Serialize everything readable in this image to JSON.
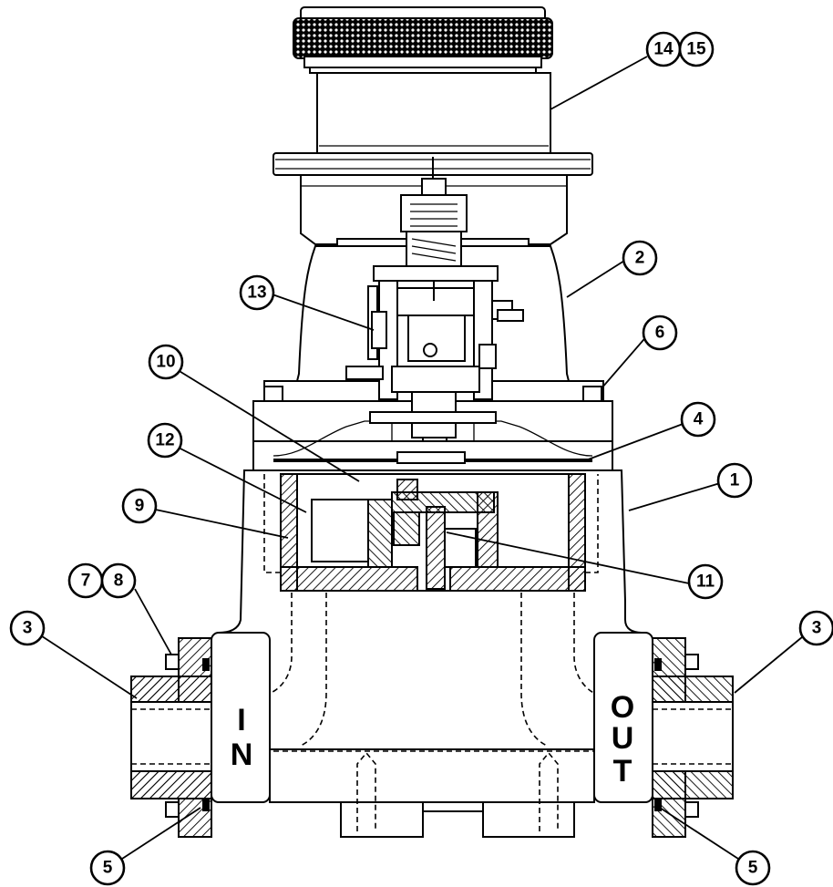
{
  "diagram": {
    "port_labels": {
      "inlet": [
        "I",
        "N"
      ],
      "outlet": [
        "O",
        "U",
        "T"
      ]
    },
    "callouts": [
      {
        "id": "c14",
        "label": "14"
      },
      {
        "id": "c15",
        "label": "15"
      },
      {
        "id": "c2",
        "label": "2"
      },
      {
        "id": "c13",
        "label": "13"
      },
      {
        "id": "c6",
        "label": "6"
      },
      {
        "id": "c10",
        "label": "10"
      },
      {
        "id": "c4",
        "label": "4"
      },
      {
        "id": "c12",
        "label": "12"
      },
      {
        "id": "c1",
        "label": "1"
      },
      {
        "id": "c9",
        "label": "9"
      },
      {
        "id": "c11",
        "label": "11"
      },
      {
        "id": "c7",
        "label": "7"
      },
      {
        "id": "c8",
        "label": "8"
      },
      {
        "id": "c3l",
        "label": "3"
      },
      {
        "id": "c3r",
        "label": "3"
      },
      {
        "id": "c5l",
        "label": "5"
      },
      {
        "id": "c5r",
        "label": "5"
      }
    ]
  }
}
